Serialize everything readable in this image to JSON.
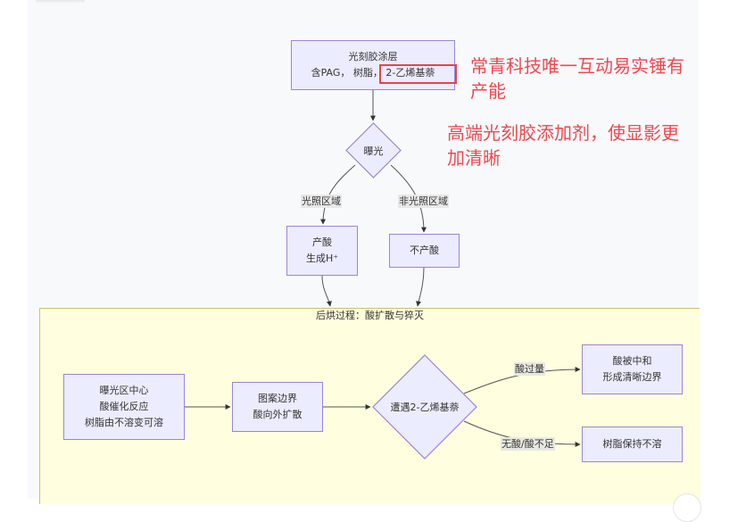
{
  "diagram": {
    "nodes": {
      "photoresist": {
        "line1": "光刻胶涂层",
        "line2_prefix": "含PAG，  树脂，",
        "line2_highlight": "2-乙烯基萘"
      },
      "exposure": {
        "label": "曝光"
      },
      "acid": {
        "line1": "产酸",
        "line2": "生成H⁺"
      },
      "no_acid": {
        "label": "不产酸"
      },
      "center": {
        "line1": "曝光区中心",
        "line2": "酸催化反应",
        "line3": "树脂由不溶变可溶"
      },
      "boundary": {
        "line1": "图案边界",
        "line2": "酸向外扩散"
      },
      "meet": {
        "label": "遭遇2-乙烯基萘"
      },
      "neutralized": {
        "line1": "酸被中和",
        "line2": "形成清晰边界"
      },
      "insoluble": {
        "label": "树脂保持不溶"
      }
    },
    "edge_labels": {
      "lit": "光照区域",
      "unlit": "非光照区域",
      "excess_acid": "酸过量",
      "no_acid": "无酸/酸不足"
    },
    "subgraph": {
      "title": "后烘过程：酸扩散与猝灭"
    },
    "colors": {
      "node_fill": "#ececff",
      "node_border": "#9b84d9",
      "subgraph_fill": "#fffede",
      "subgraph_border": "#c9c46a",
      "annotation": "#f0484e"
    }
  },
  "annotations": {
    "line1": "常青科技唯一互动易实锤有",
    "line2": "产能",
    "line3": "高端光刻胶添加剂，使显影更",
    "line4": "加清晰"
  }
}
